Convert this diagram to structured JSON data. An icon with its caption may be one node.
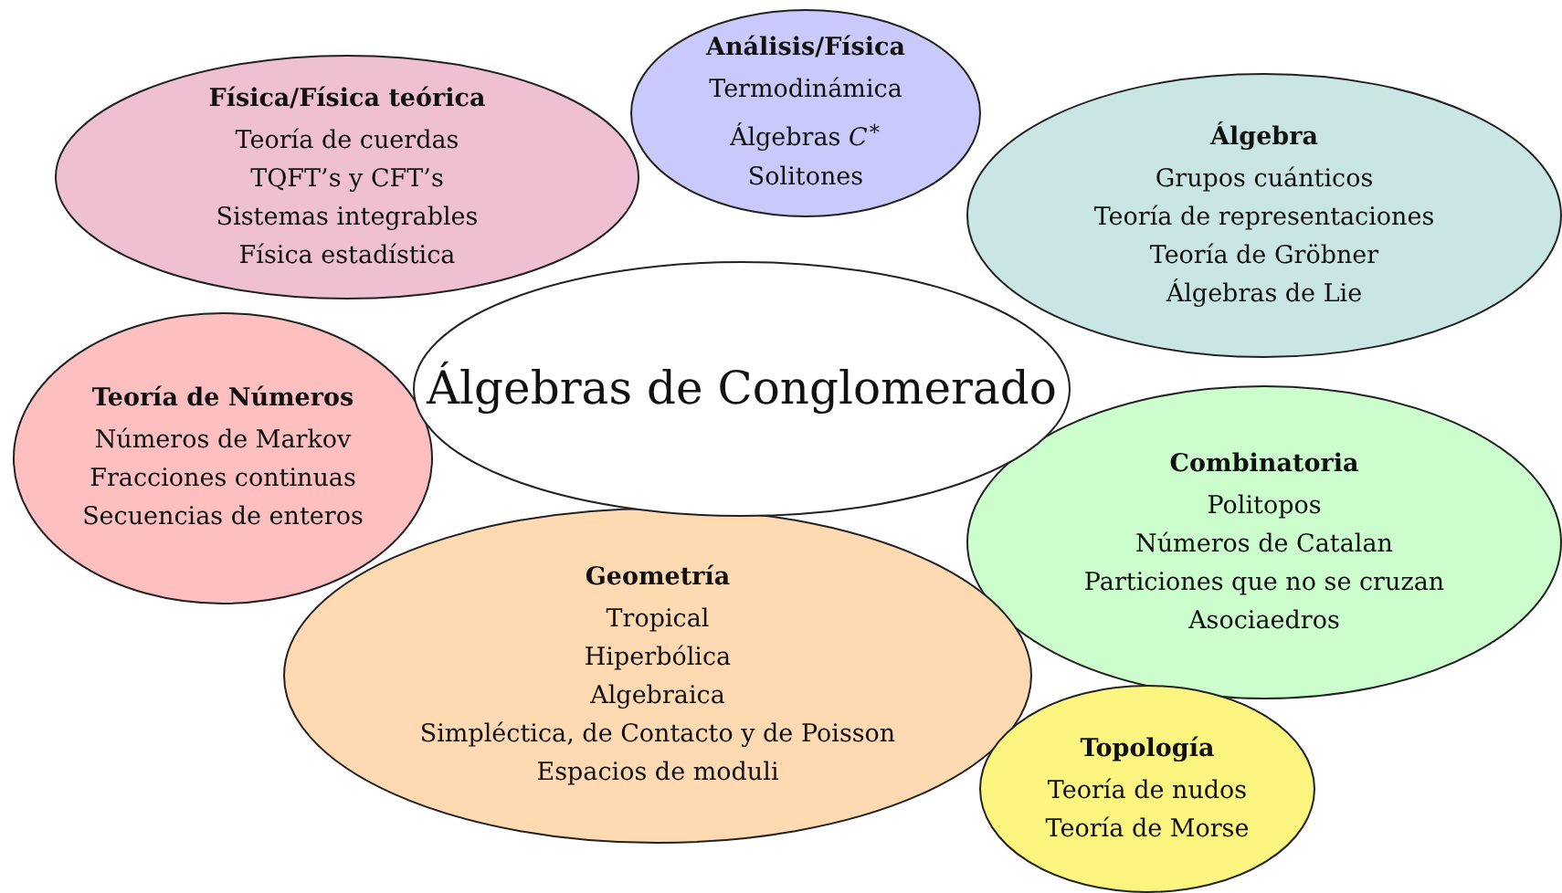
{
  "diagram": {
    "nodes": [
      {
        "text": [
          "Física/Física teórica",
          "Teoría de cuerdas",
          "TQFT’s y CFT’s",
          "Sistemas integrables",
          "Física estadística"
        ]
      },
      {
        "text": [
          "Análisis/Física",
          "Termodinámica",
          "Álgebras *C*$^{∗}$",
          "Solitones"
        ]
      },
      {
        "text": [
          "Álgebra",
          "Grupos cuánticos",
          "Teoría de representaciones",
          "Teoría de Gröbner",
          "Álgebras de Lie"
        ]
      },
      {
        "text": [
          "Álgebras de Conglomerado"
        ]
      },
      {
        "text": [
          "Teoría de Números",
          "Números de Markov",
          "Fracciones continuas",
          "Secuencias de enteros"
        ]
      },
      {
        "text": [
          "Combinatoria",
          "Politopos",
          "Números de Catalan",
          "Particiones que no se cruzan",
          "Asociaedros"
        ]
      },
      {
        "text": [
          "Geometría",
          "Tropical",
          "Hiperbólica",
          "Algebraica",
          "Simpléctica, de Contacto y de Poisson",
          "Espacios de moduli"
        ]
      },
      {
        "text": [
          "Topología",
          "Teoría de nudos",
          "Teoría de Morse"
        ]
      }
    ]
  }
}
